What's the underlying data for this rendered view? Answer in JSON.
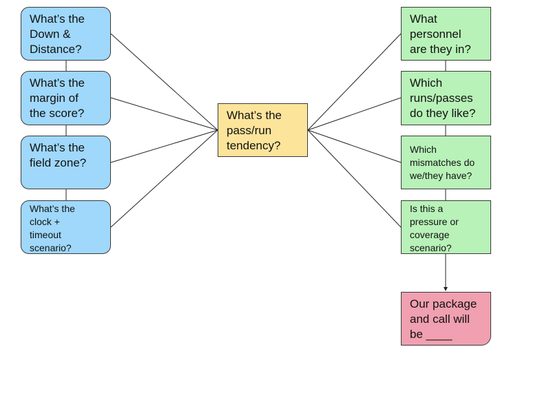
{
  "left_questions": [
    "What’s the\nDown &\nDistance?",
    "What’s the\nmargin of\nthe score?",
    "What’s the\nfield zone?",
    "What’s the\nclock +\ntimeout\nscenario?"
  ],
  "center": "What’s the\npass/run\ntendency?",
  "right_questions": [
    "What\npersonnel\nare they in?",
    "Which\nruns/passes\ndo they like?",
    "Which\nmismatches do\nwe/they have?",
    "Is this a\npressure or\ncoverage\nscenario?"
  ],
  "final": "Our package\nand call will\nbe ____",
  "colors": {
    "left_fill": "#9fd8fb",
    "center_fill": "#fce49b",
    "right_fill": "#b8f2b8",
    "final_fill": "#f0a0b0",
    "line": "#222222"
  }
}
